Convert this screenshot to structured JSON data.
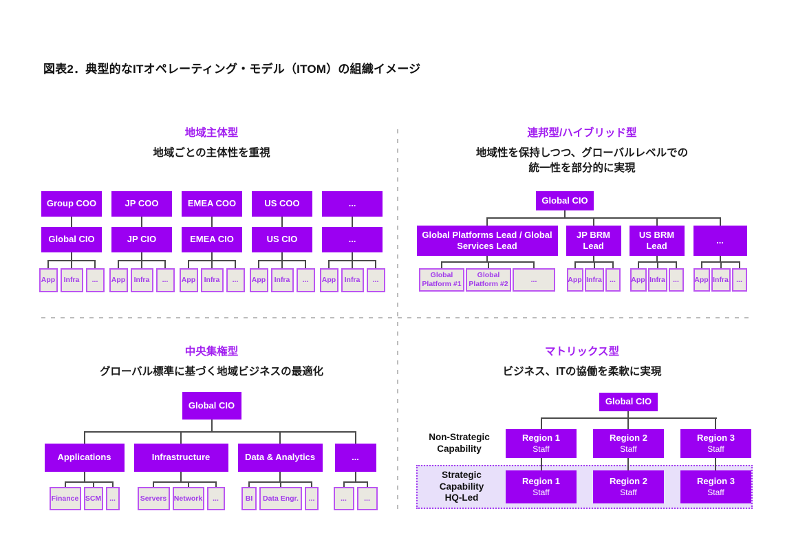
{
  "title": "図表2．典型的なITオペレーティング・モデル（ITOM）の組織イメージ",
  "colors": {
    "accent_purple": "#9B00F2",
    "heading_purple": "#A21FF0",
    "leaf_bg": "#EAE8E1",
    "leaf_border": "#BB55F2",
    "strategic_zone_bg": "#E8E0FA",
    "strategic_zone_border": "#A43CF0",
    "divider_gray": "#BCBCBC",
    "connector": "#4A4A4A"
  },
  "region_led": {
    "heading": "地域主体型",
    "subheading": "地域ごとの主体性を重視",
    "columns": [
      {
        "top": "Group COO",
        "mid": "Global CIO",
        "leaves": [
          "App",
          "Infra",
          "..."
        ]
      },
      {
        "top": "JP COO",
        "mid": "JP CIO",
        "leaves": [
          "App",
          "Infra",
          "..."
        ]
      },
      {
        "top": "EMEA COO",
        "mid": "EMEA CIO",
        "leaves": [
          "App",
          "Infra",
          "..."
        ]
      },
      {
        "top": "US COO",
        "mid": "US CIO",
        "leaves": [
          "App",
          "Infra",
          "..."
        ]
      },
      {
        "top": "...",
        "mid": "...",
        "leaves": [
          "App",
          "Infra",
          "..."
        ]
      }
    ]
  },
  "federated": {
    "heading": "連邦型/ハイブリッド型",
    "subheading": "地域性を保持しつつ、グローバルレベルでの\n統一性を部分的に実現",
    "root": "Global CIO",
    "branches": [
      {
        "label": "Global Platforms Lead / Global Services Lead",
        "leaves": [
          "Global Platform #1",
          "Global Platform #2",
          "..."
        ]
      },
      {
        "label": "JP BRM Lead",
        "leaves": [
          "App",
          "Infra",
          "..."
        ]
      },
      {
        "label": "US BRM Lead",
        "leaves": [
          "App",
          "Infra",
          "..."
        ]
      },
      {
        "label": "...",
        "leaves": [
          "App",
          "Infra",
          "..."
        ]
      }
    ]
  },
  "centralized": {
    "heading": "中央集権型",
    "subheading": "グローバル標準に基づく地域ビジネスの最適化",
    "root": "Global CIO",
    "branches": [
      {
        "label": "Applications",
        "leaves": [
          "Finance",
          "SCM",
          "..."
        ]
      },
      {
        "label": "Infrastructure",
        "leaves": [
          "Servers",
          "Network",
          "..."
        ]
      },
      {
        "label": "Data & Analytics",
        "leaves": [
          "BI",
          "Data Engr.",
          "..."
        ]
      },
      {
        "label": "...",
        "leaves": [
          "...",
          "..."
        ]
      }
    ]
  },
  "matrix": {
    "heading": "マトリックス型",
    "subheading": "ビジネス、ITの協働を柔軟に実現",
    "root": "Global CIO",
    "non_strategic_label": "Non-Strategic\nCapability",
    "strategic_label": "Strategic\nCapability\nHQ-Led",
    "rows": {
      "non_strategic": [
        {
          "name": "Region 1",
          "sub": "Staff"
        },
        {
          "name": "Region 2",
          "sub": "Staff"
        },
        {
          "name": "Region 3",
          "sub": "Staff"
        }
      ],
      "strategic": [
        {
          "name": "Region 1",
          "sub": "Staff"
        },
        {
          "name": "Region 2",
          "sub": "Staff"
        },
        {
          "name": "Region 3",
          "sub": "Staff"
        }
      ]
    }
  }
}
